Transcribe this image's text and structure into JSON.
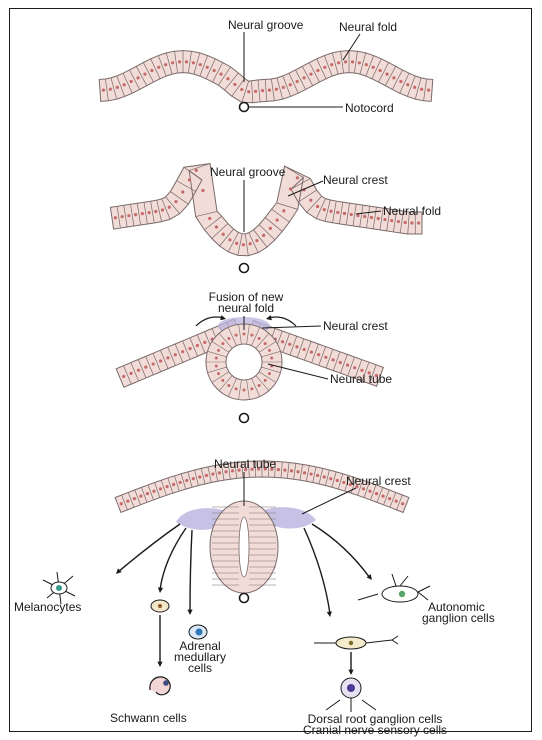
{
  "labels": {
    "s1_neural_groove": "Neural groove",
    "s1_neural_fold": "Neural fold",
    "s1_notochord": "Notocord",
    "s2_neural_groove": "Neural groove",
    "s2_neural_crest": "Neural crest",
    "s2_neural_fold": "Neural fold",
    "s3_fusion_line1": "Fusion of new",
    "s3_fusion_line2": "neural fold",
    "s3_neural_crest": "Neural crest",
    "s3_neural_tube": "Neural tube",
    "s4_neural_tube": "Neural tube",
    "s4_neural_crest": "Neural crest",
    "melanocytes": "Melanocytes",
    "adrenal_line1": "Adrenal",
    "adrenal_line2": "medullary",
    "adrenal_line3": "cells",
    "autonomic_line1": "Autonomic",
    "autonomic_line2": "ganglion cells",
    "schwann": "Schwann cells",
    "dorsal_line1": "Dorsal root ganglion cells",
    "dorsal_line2": "Cranial nerve sensory cells"
  },
  "colors": {
    "cell_fill": "#f2dcd8",
    "cell_stroke": "#7a6a6a",
    "nucleus": "#c46a6a",
    "crest": "#b9b3de",
    "ink": "#1a1a1a",
    "melanocyte_nucleus": "#3a9a88",
    "adrenal_nucleus": "#2f78b8",
    "autonomic_nucleus": "#58a468",
    "sensory_nucleus": "#4a3a92",
    "schwann_nucleus": "#3a4a82"
  }
}
